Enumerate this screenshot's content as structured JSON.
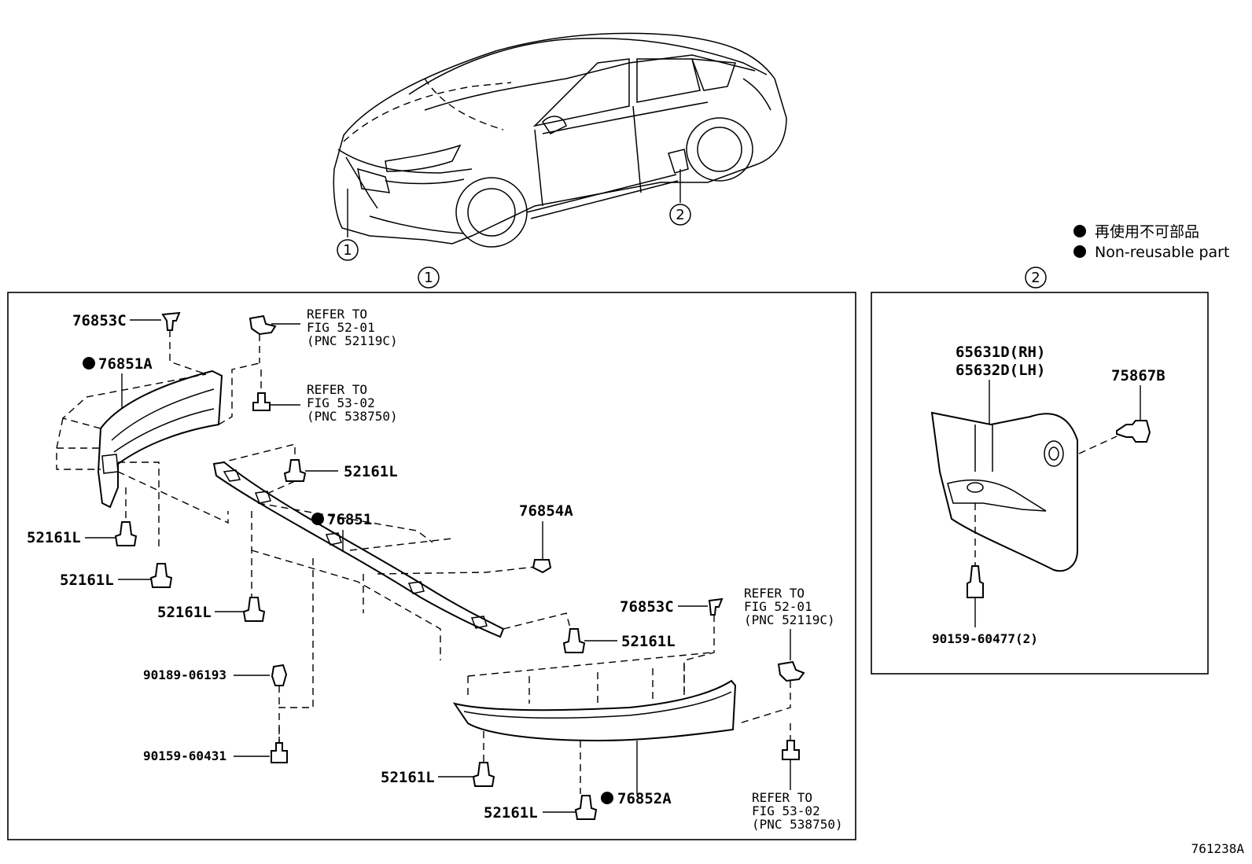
{
  "legend": {
    "jp": "再使用不可部品",
    "en": "Non-reusable part"
  },
  "callouts": {
    "one": "1",
    "two": "2"
  },
  "diagram_id": "761238A",
  "section1": {
    "labels": {
      "p76853c_top": "76853C",
      "p76851a": "76851A",
      "p52161l_a": "52161L",
      "p52161l_b": "52161L",
      "p52161l_c": "52161L",
      "p52161l_d": "52161L",
      "p52161l_e": "52161L",
      "p52161l_f": "52161L",
      "p52161l_g": "52161L",
      "p76851": "76851",
      "p76854a": "76854A",
      "p76853c_bot": "76853C",
      "p90189": "90189-06193",
      "p90159_60431": "90159-60431",
      "p76852a": "76852A"
    },
    "refs": {
      "ref1": [
        "REFER TO",
        "FIG 52-01",
        "(PNC 52119C)"
      ],
      "ref2": [
        "REFER TO",
        "FIG 53-02",
        "(PNC 538750)"
      ],
      "ref3": [
        "REFER TO",
        "FIG 52-01",
        "(PNC 52119C)"
      ],
      "ref4": [
        "REFER TO",
        "FIG 53-02",
        "(PNC 538750)"
      ]
    }
  },
  "section2": {
    "labels": {
      "p65631d": "65631D(RH)",
      "p65632d": "65632D(LH)",
      "p75867b": "75867B",
      "p90159_60477": "90159-60477(2)"
    }
  }
}
